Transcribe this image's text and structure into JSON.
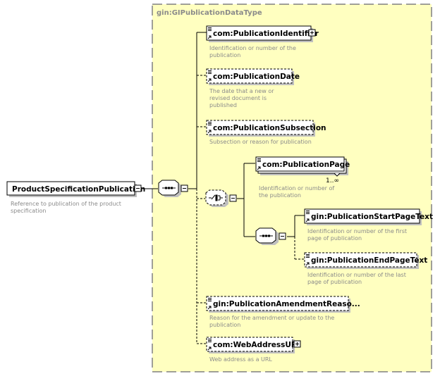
{
  "diagram": {
    "root": {
      "name": "ProductSpecificationPublication",
      "doc": [
        "Reference to publication of the product",
        "specification"
      ]
    },
    "complex_type": {
      "name": "gin:GIPublicationDataType",
      "background": "#ffffc0"
    },
    "elements": [
      {
        "name": "com:PublicationIdentifier",
        "optional": false,
        "expandable": true,
        "doc": [
          "Identification or number of the",
          "publication"
        ]
      },
      {
        "name": "com:PublicationDate",
        "optional": true,
        "expandable": false,
        "doc": [
          "The date that a new or",
          "revised document is",
          "published"
        ]
      },
      {
        "name": "com:PublicationSubsection",
        "optional": true,
        "expandable": false,
        "doc": [
          "Subsection or reason for publication"
        ]
      },
      {
        "name": "com:PublicationPage",
        "optional": false,
        "expandable": false,
        "occurrence": "1..∞",
        "doc": [
          "Identification or number of",
          "the publication"
        ]
      },
      {
        "name": "gin:PublicationStartPageText",
        "optional": false,
        "expandable": false,
        "doc": [
          "Identification or number of the first",
          "page of publication"
        ]
      },
      {
        "name": "gin:PublicationEndPageText",
        "optional": true,
        "expandable": false,
        "doc": [
          "Identification or number of the last",
          "page of publication"
        ]
      },
      {
        "name": "gin:PublicationAmendmentReaso...",
        "optional": true,
        "expandable": false,
        "doc": [
          "Reason for the amendment or update to the",
          "publication"
        ]
      },
      {
        "name": "com:WebAddressURI",
        "optional": true,
        "expandable": true,
        "doc": [
          "Web address as a URL"
        ]
      }
    ],
    "compositors": {
      "main_sequence": "sequence",
      "choice": "choice (optional)",
      "inner_sequence": "sequence"
    }
  }
}
